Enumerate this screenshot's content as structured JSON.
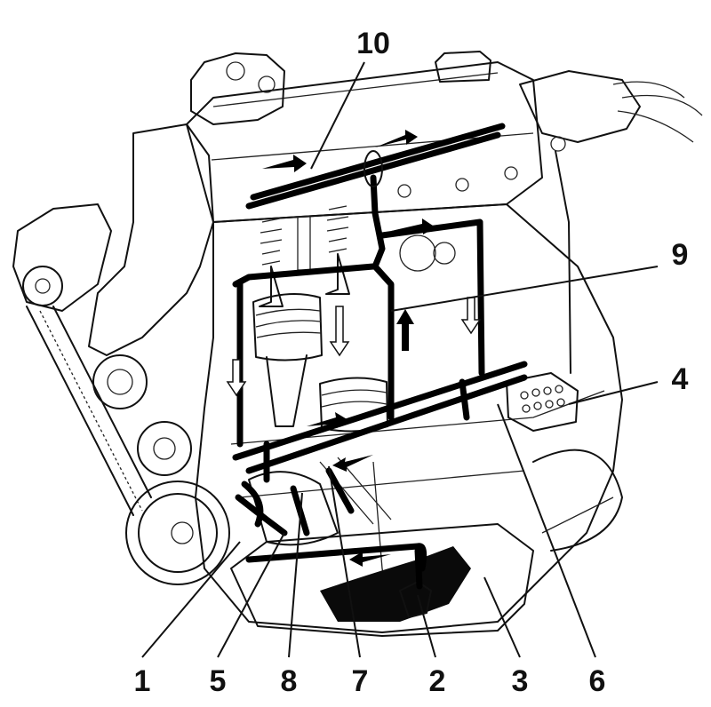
{
  "callouts": [
    {
      "id": "1",
      "label": "1"
    },
    {
      "id": "5",
      "label": "5"
    },
    {
      "id": "8",
      "label": "8"
    },
    {
      "id": "7",
      "label": "7"
    },
    {
      "id": "2",
      "label": "2"
    },
    {
      "id": "3",
      "label": "3"
    },
    {
      "id": "6",
      "label": "6"
    },
    {
      "id": "4",
      "label": "4"
    },
    {
      "id": "9",
      "label": "9"
    },
    {
      "id": "10",
      "label": "10"
    }
  ]
}
